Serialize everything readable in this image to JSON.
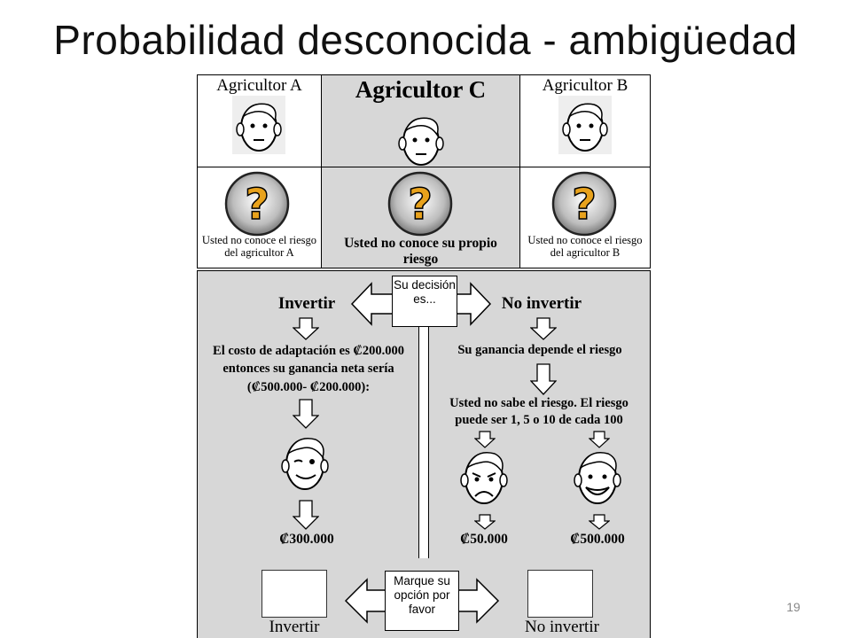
{
  "slide": {
    "title": "Probabilidad desconocida - ambigüedad",
    "page_number": "19"
  },
  "top_row": {
    "farmer_a": "Agricultor A",
    "farmer_c": "Agricultor C",
    "farmer_b": "Agricultor B"
  },
  "risk_row": {
    "a_text": "Usted no conoce el riesgo del agricultor A",
    "c_text": "Usted no conoce su propio riesgo",
    "b_text": "Usted no conoce el riesgo del agricultor B"
  },
  "decision": {
    "center_label": "Su decisión es...",
    "invest": "Invertir",
    "no_invest": "No invertir",
    "invest_cost_text": "El costo de adaptación es ₡200.000 entonces su ganancia neta sería (₡500.000- ₡200.000):",
    "no_invest_gain_text": "Su ganancia depende el riesgo",
    "no_invest_risk_text": "Usted no sabe el riesgo. El riesgo puede ser 1, 5 o 10 de cada 100",
    "invest_result": "₡300.000",
    "bad_result": "₡50.000",
    "good_result": "₡500.000"
  },
  "choice": {
    "center_label": "Marque su opción por favor",
    "invest_box_label": "Invertir",
    "no_invest_box_label": "No invertir"
  }
}
